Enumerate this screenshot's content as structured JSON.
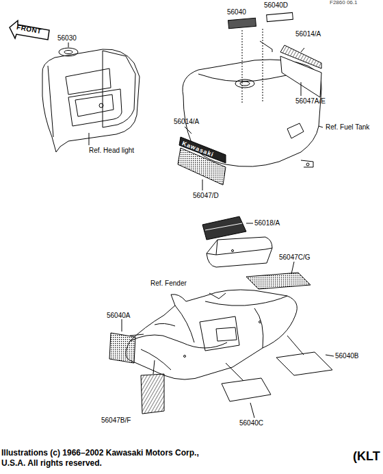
{
  "diagram": {
    "labels": [
      "F2860 06.1",
      "FRONT",
      "56030",
      "56040",
      "56040D",
      "56014/A",
      "56047A/E",
      "Ref. Fuel Tank",
      "56014/A",
      "Kawasaki",
      "56047/D",
      "Ref. Head light",
      "56018/A",
      "56047C/G",
      "Ref. Fender",
      "56040A",
      "56040B",
      "56047B/F",
      "56040C",
      "Illustrations (c) 1966–2002 Kawasaki Motors Corp., U.S.A.  All rights reserved.",
      "(KLT"
    ]
  }
}
